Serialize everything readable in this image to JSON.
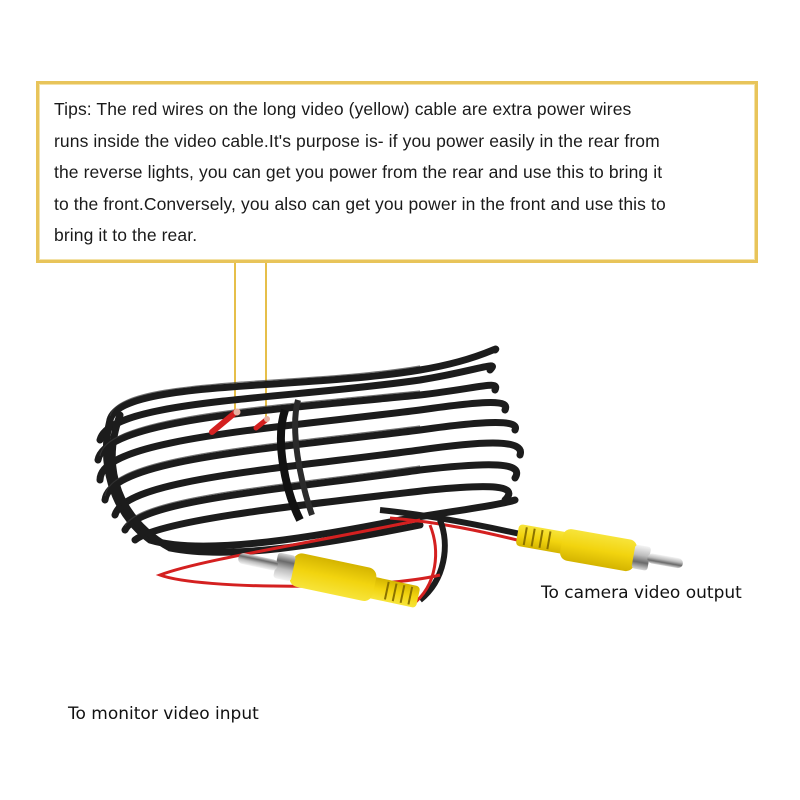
{
  "tips": {
    "text": "Tips: The red wires on the long video (yellow) cable are extra power wires runs inside the video cable.It's purpose is- if you power easily in the rear from the reverse lights, you can get you power from the rear and use this to bring it to the front.Conversely, you also can get you power in the front and use this to bring it to the rear.",
    "lines": [
      "Tips: The red wires on the long video (yellow) cable are extra power wires",
      "runs inside the video cable.It's purpose is- if you power easily in the rear from",
      "the reverse lights, you can get you power from the rear and use this to bring it",
      "to the front.Conversely, you also can get you power in the front and use this to",
      "bring it to the rear."
    ],
    "border_color": "#e8c45a"
  },
  "labels": {
    "camera_end": "To camera video output",
    "monitor_end": "To monitor video input"
  },
  "product": {
    "name": "RCA video extension cable with red power wires",
    "cable_color": "#1c1c1c",
    "connector_color": "#f2d40f",
    "power_wire_color": "#d42020"
  }
}
